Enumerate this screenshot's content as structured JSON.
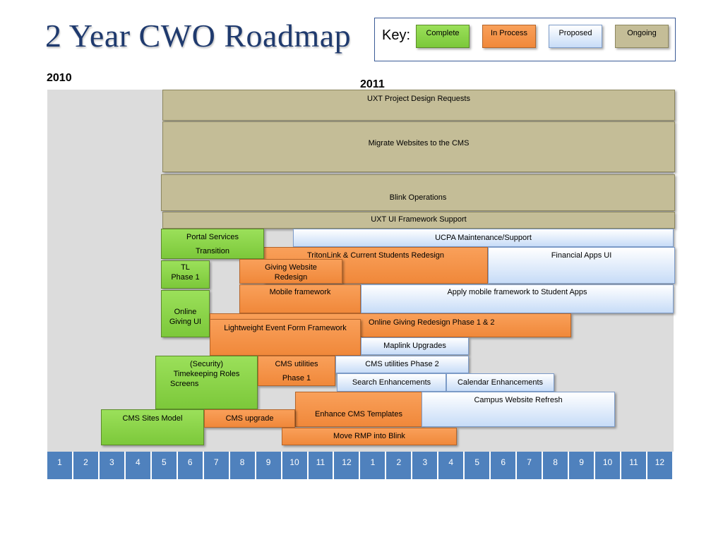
{
  "title": "2 Year CWO Roadmap",
  "key": {
    "label": "Key:",
    "items": [
      {
        "label": "Complete",
        "color": "#7cc83a"
      },
      {
        "label": "In Process",
        "color": "#f0883a"
      },
      {
        "label": "Proposed",
        "color": "#c7dcf7"
      },
      {
        "label": "Ongoing",
        "color": "#c4bd97"
      }
    ]
  },
  "years": {
    "y1": "2010",
    "y2": "2011"
  },
  "bars": {
    "uxt_design": {
      "label": "UXT Project Design Requests",
      "status": "Ongoing"
    },
    "migrate_cms": {
      "label": "Migrate  Websites to the CMS",
      "status": "Ongoing"
    },
    "blink_ops": {
      "label": "Blink Operations",
      "status": "Ongoing"
    },
    "uxt_ui": {
      "label": "UXT UI Framework Support",
      "status": "Ongoing"
    },
    "portal": {
      "line1": "Portal Services",
      "line2": "Transition",
      "status": "Complete"
    },
    "ucpa": {
      "label": "UCPA Maintenance/Support",
      "status": "Proposed"
    },
    "tritonlink": {
      "label": "TritonLink & Current Students Redesign",
      "status": "In Process"
    },
    "financial": {
      "label": "Financial Apps UI",
      "status": "Proposed"
    },
    "tl_phase": {
      "line1": "TL",
      "line2": "Phase 1",
      "status": "Complete"
    },
    "giving": {
      "line1": "Giving Website",
      "line2": "Redesign",
      "status": "In Process"
    },
    "mobile": {
      "label": "Mobile framework",
      "status": "In Process"
    },
    "apply_mobile": {
      "label": "Apply mobile framework to Student Apps",
      "status": "Proposed"
    },
    "online_giving_ui": {
      "line1": "Online",
      "line2": "Giving UI",
      "status": "Complete"
    },
    "lightweight": {
      "label": "Lightweight Event  Form Framework",
      "status": "In Process"
    },
    "online_giving_redesign": {
      "label": "Online Giving  Redesign Phase 1 & 2",
      "status": "In Process"
    },
    "maplink": {
      "label": "Maplink Upgrades",
      "status": "Proposed"
    },
    "security": {
      "line1": "(Security)",
      "line2": "Timekeeping  Roles",
      "line3": "Screens",
      "status": "Complete"
    },
    "cms_utilities": {
      "line1": "CMS utilities",
      "line2": "Phase  1",
      "status": "In Process"
    },
    "cms_util2": {
      "label": "CMS utilities Phase 2",
      "status": "Proposed"
    },
    "search": {
      "label": "Search  Enhancements",
      "status": "Proposed"
    },
    "calendar": {
      "label": "Calendar  Enhancements",
      "status": "Proposed"
    },
    "enhance_cms": {
      "label": "Enhance CMS Templates",
      "status": "In Process"
    },
    "campus": {
      "label": "Campus Website Refresh",
      "status": "Proposed"
    },
    "cms_sites": {
      "label": "CMS Sites Model",
      "status": "Complete"
    },
    "cms_upgrade": {
      "label": "CMS upgrade",
      "status": "In Process"
    },
    "move_rmp": {
      "label": "Move RMP into Blink",
      "status": "In Process"
    }
  },
  "months": [
    "1",
    "2",
    "3",
    "4",
    "5",
    "6",
    "7",
    "8",
    "9",
    "10",
    "11",
    "12",
    "1",
    "2",
    "3",
    "4",
    "5",
    "6",
    "7",
    "8",
    "9",
    "10",
    "11",
    "12"
  ]
}
